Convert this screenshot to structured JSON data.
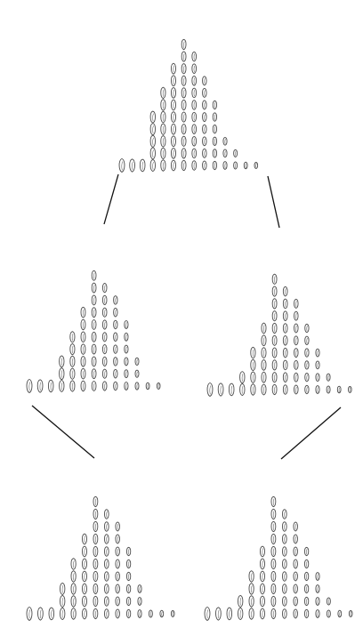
{
  "figure": {
    "description_none": "",
    "colors": {
      "background": "#ffffff",
      "seed_outline": "#4a4a4a",
      "connector_line": "#111111"
    },
    "icon": "seed-icon",
    "histograms": [
      {
        "id": "generation-1",
        "column_counts": [
          1,
          1,
          1,
          5,
          7,
          9,
          11,
          10,
          8,
          6,
          3,
          2,
          1,
          1
        ]
      },
      {
        "id": "generation-2-left",
        "column_counts": [
          1,
          1,
          1,
          3,
          5,
          7,
          10,
          9,
          8,
          6,
          3,
          1,
          1
        ]
      },
      {
        "id": "generation-2-right",
        "column_counts": [
          1,
          1,
          1,
          2,
          4,
          6,
          10,
          9,
          8,
          6,
          4,
          2,
          1,
          1
        ]
      },
      {
        "id": "generation-3-left",
        "column_counts": [
          1,
          1,
          1,
          3,
          5,
          7,
          10,
          9,
          8,
          6,
          3,
          1,
          1,
          1
        ]
      },
      {
        "id": "generation-3-right",
        "column_counts": [
          1,
          1,
          1,
          2,
          4,
          6,
          10,
          9,
          8,
          6,
          4,
          2,
          1,
          1
        ]
      }
    ],
    "connectors": [
      {
        "from": "generation-1",
        "to": "generation-2-left"
      },
      {
        "from": "generation-1",
        "to": "generation-2-right"
      },
      {
        "from": "generation-2-left",
        "to": "generation-3-left"
      },
      {
        "from": "generation-2-right",
        "to": "generation-3-right"
      }
    ]
  }
}
